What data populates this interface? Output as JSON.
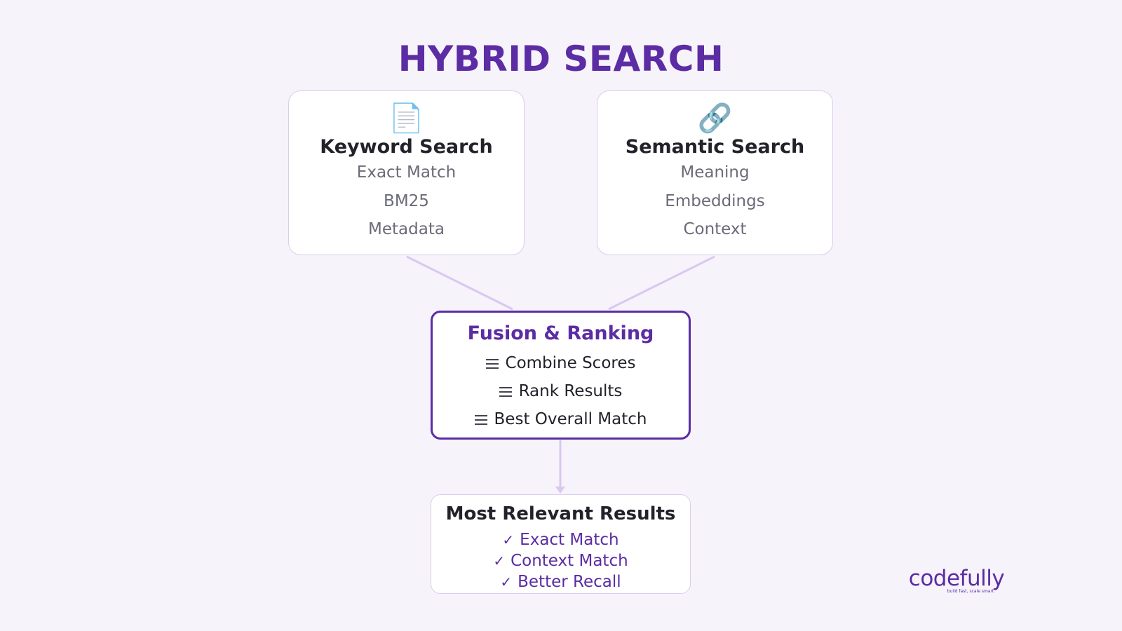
{
  "title": "HYBRID SEARCH",
  "keyword_card": {
    "icon": "document-icon",
    "title": "Keyword Search",
    "items": [
      "Exact Match",
      "BM25",
      "Metadata"
    ]
  },
  "semantic_card": {
    "icon": "link-icon",
    "title": "Semantic Search",
    "items": [
      "Meaning",
      "Embeddings",
      "Context"
    ]
  },
  "fusion_card": {
    "title": "Fusion & Ranking",
    "items": [
      "Combine Scores",
      "Rank Results",
      "Best Overall Match"
    ]
  },
  "results_card": {
    "title": "Most Relevant Results",
    "items": [
      "Exact Match",
      "Context Match",
      "Better Recall"
    ]
  },
  "brand": {
    "name": "codefully",
    "tagline": "build fast, scale smart"
  },
  "colors": {
    "accent": "#5b2ca3",
    "background": "#f6f3fa",
    "card_border": "#dccdf0",
    "connector": "#d9c8ef"
  }
}
